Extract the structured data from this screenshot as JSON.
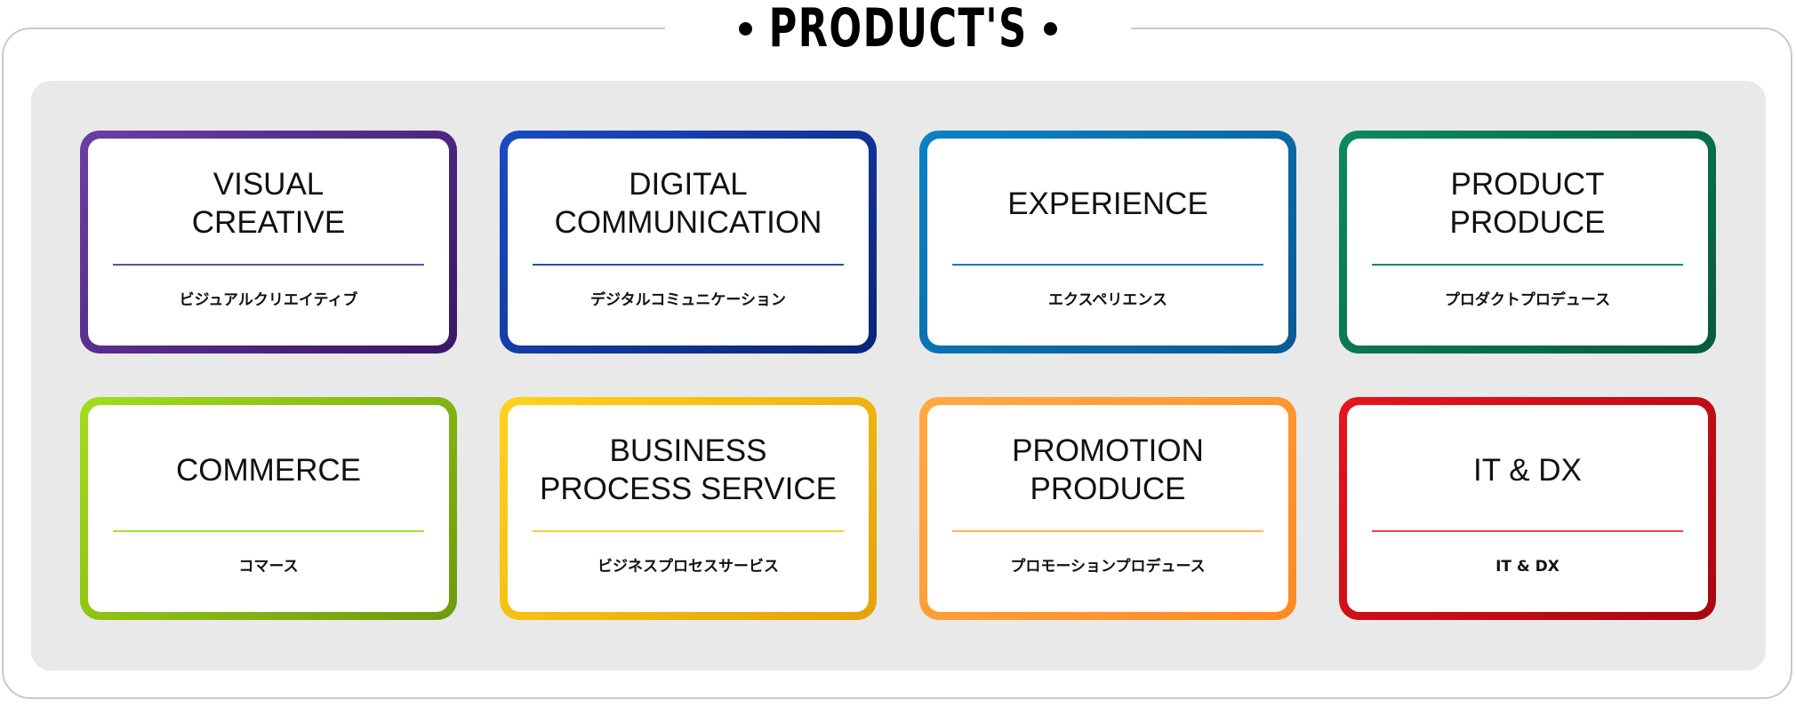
{
  "header": {
    "title": "PRODUCT'S",
    "dot_left_icon": "bullet-dot",
    "dot_right_icon": "bullet-dot"
  },
  "colors": {
    "frame_border": "#c9c9c9",
    "panel_bg": "#e9e9e9",
    "card_bg": "#ffffff",
    "text": "#111111"
  },
  "cards": [
    {
      "title": "VISUAL\nCREATIVE",
      "subtitle": "ビジュアルクリエイティブ",
      "gradient_start": "#6a3fa3",
      "gradient_end": "#3a1768",
      "divider": "#6b4aa8"
    },
    {
      "title": "DIGITAL\nCOMMUNICATION",
      "subtitle": "デジタルコミュニケーション",
      "gradient_start": "#1a4bc4",
      "gradient_end": "#0b2577",
      "divider": "#1f4fb8"
    },
    {
      "title": "EXPERIENCE",
      "subtitle": "エクスペリエンス",
      "gradient_start": "#0a82c6",
      "gradient_end": "#0a5a92",
      "divider": "#1379bd"
    },
    {
      "title": "PRODUCT\nPRODUCE",
      "subtitle": "プロダクトプロデュース",
      "gradient_start": "#0b8a5e",
      "gradient_end": "#075c3c",
      "divider": "#138a66"
    },
    {
      "title": "COMMERCE",
      "subtitle": "コマース",
      "gradient_start": "#a3dd1a",
      "gradient_end": "#6e9a0d",
      "divider": "#a6dc3e"
    },
    {
      "title": "BUSINESS\nPROCESS SERVICE",
      "subtitle": "ビジネスプロセスサービス",
      "gradient_start": "#ffd21c",
      "gradient_end": "#e5a207",
      "divider": "#f7cf3a"
    },
    {
      "title": "PROMOTION\nPRODUCE",
      "subtitle": "プロモーションプロデュース",
      "gradient_start": "#ffaa45",
      "gradient_end": "#ff8a1f",
      "divider": "#ffb456"
    },
    {
      "title": "IT & DX",
      "subtitle": "IT & DX",
      "gradient_start": "#e8141e",
      "gradient_end": "#a8070f",
      "divider": "#e8474d"
    }
  ]
}
